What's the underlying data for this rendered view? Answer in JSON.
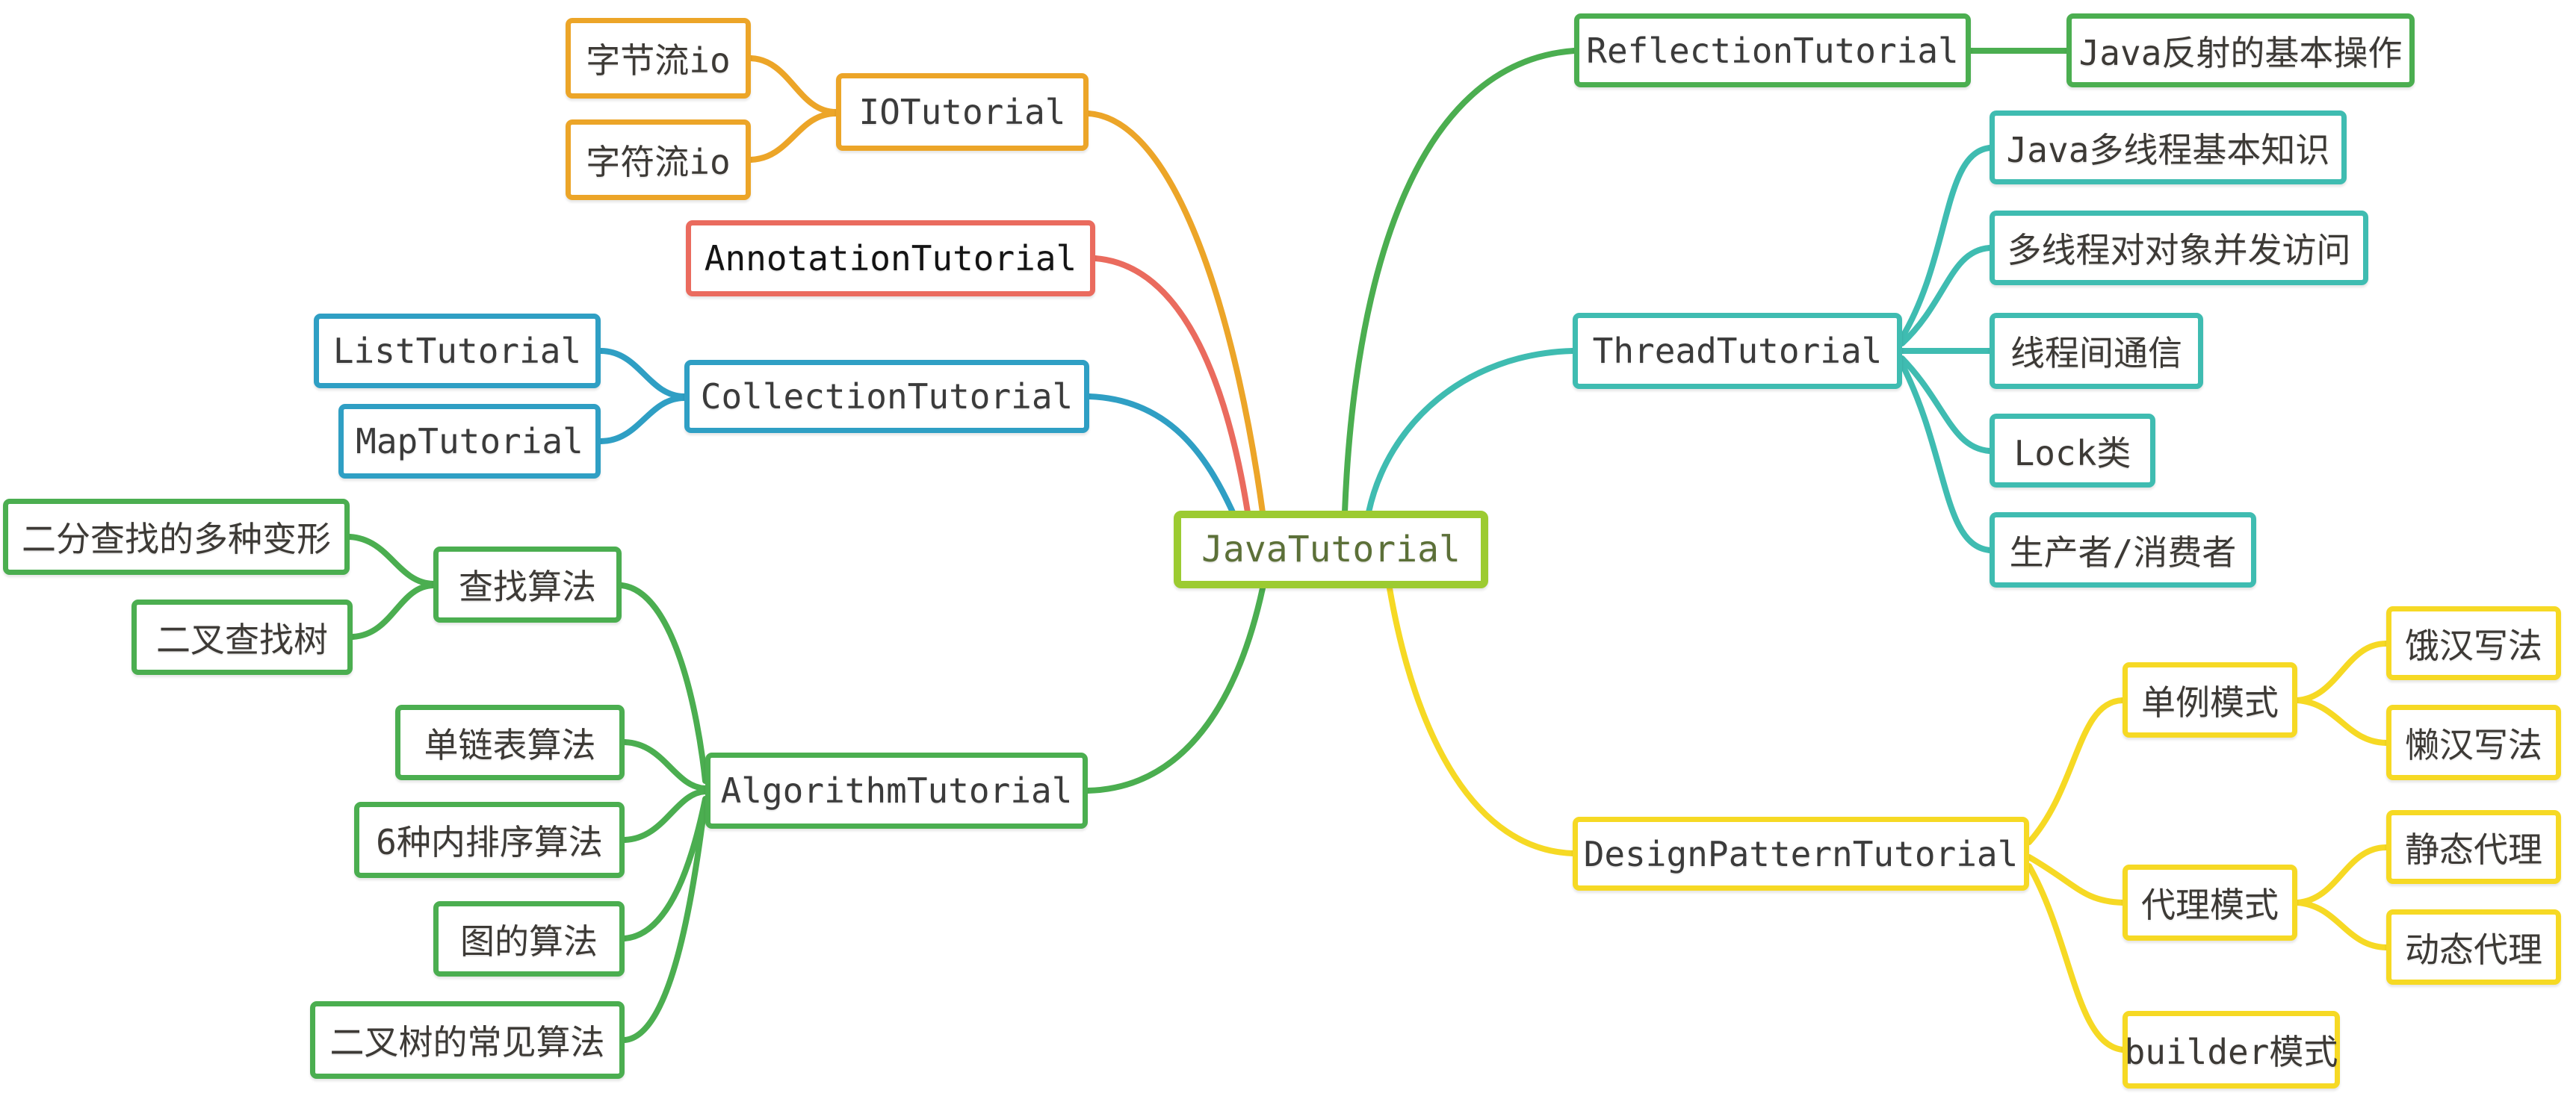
{
  "diagram": {
    "type": "mindmap",
    "root_id": "root",
    "colors": {
      "lime": "#9ccb31",
      "orange": "#eca528",
      "red": "#ea6b5e",
      "blue": "#2f9fc4",
      "green": "#4bae50",
      "teal": "#3fbcb1",
      "yellow": "#f6d924",
      "root_text": "#5c7038",
      "node_text": "#3d3a36"
    }
  },
  "nodes": {
    "root": {
      "label": "JavaTutorial",
      "branch": "lime"
    },
    "io": {
      "label": "IOTutorial",
      "branch": "orange"
    },
    "byte_io": {
      "label": "字节流io",
      "branch": "orange"
    },
    "char_io": {
      "label": "字符流io",
      "branch": "orange"
    },
    "annotation": {
      "label": "AnnotationTutorial",
      "branch": "red"
    },
    "collection": {
      "label": "CollectionTutorial",
      "branch": "blue"
    },
    "list": {
      "label": "ListTutorial",
      "branch": "blue"
    },
    "map": {
      "label": "MapTutorial",
      "branch": "blue"
    },
    "algorithm": {
      "label": "AlgorithmTutorial",
      "branch": "green"
    },
    "search_algo": {
      "label": "查找算法",
      "branch": "green"
    },
    "bin_search_var": {
      "label": "二分查找的多种变形",
      "branch": "green"
    },
    "bin_search_tree": {
      "label": "二叉查找树",
      "branch": "green"
    },
    "linked_list": {
      "label": "单链表算法",
      "branch": "green"
    },
    "sort6": {
      "label": "6种内排序算法",
      "branch": "green"
    },
    "graph_algo": {
      "label": "图的算法",
      "branch": "green"
    },
    "btree_algo": {
      "label": "二叉树的常见算法",
      "branch": "green"
    },
    "reflection": {
      "label": "ReflectionTutorial",
      "branch": "green"
    },
    "reflection_basic": {
      "label": "Java反射的基本操作",
      "branch": "green"
    },
    "thread": {
      "label": "ThreadTutorial",
      "branch": "teal"
    },
    "thread_basic": {
      "label": "Java多线程基本知识",
      "branch": "teal"
    },
    "concurrent_access": {
      "label": "多线程对对象并发访问",
      "branch": "teal"
    },
    "thread_comm": {
      "label": "线程间通信",
      "branch": "teal"
    },
    "lock": {
      "label": "Lock类",
      "branch": "teal"
    },
    "producer_consumer": {
      "label": "生产者/消费者",
      "branch": "teal"
    },
    "design_pattern": {
      "label": "DesignPatternTutorial",
      "branch": "yellow"
    },
    "singleton": {
      "label": "单例模式",
      "branch": "yellow"
    },
    "hungry": {
      "label": "饿汉写法",
      "branch": "yellow"
    },
    "lazy": {
      "label": "懒汉写法",
      "branch": "yellow"
    },
    "proxy": {
      "label": "代理模式",
      "branch": "yellow"
    },
    "static_proxy": {
      "label": "静态代理",
      "branch": "yellow"
    },
    "dynamic_proxy": {
      "label": "动态代理",
      "branch": "yellow"
    },
    "builder": {
      "label": "builder模式",
      "branch": "yellow"
    }
  },
  "edges": [
    [
      "io",
      "byte_io"
    ],
    [
      "io",
      "char_io"
    ],
    [
      "root",
      "io"
    ],
    [
      "root",
      "annotation"
    ],
    [
      "collection",
      "list"
    ],
    [
      "collection",
      "map"
    ],
    [
      "root",
      "collection"
    ],
    [
      "search_algo",
      "bin_search_var"
    ],
    [
      "search_algo",
      "bin_search_tree"
    ],
    [
      "algorithm",
      "search_algo"
    ],
    [
      "algorithm",
      "linked_list"
    ],
    [
      "algorithm",
      "sort6"
    ],
    [
      "algorithm",
      "graph_algo"
    ],
    [
      "algorithm",
      "btree_algo"
    ],
    [
      "root",
      "algorithm"
    ],
    [
      "root",
      "reflection"
    ],
    [
      "reflection",
      "reflection_basic"
    ],
    [
      "root",
      "thread"
    ],
    [
      "thread",
      "thread_basic"
    ],
    [
      "thread",
      "concurrent_access"
    ],
    [
      "thread",
      "thread_comm"
    ],
    [
      "thread",
      "lock"
    ],
    [
      "thread",
      "producer_consumer"
    ],
    [
      "root",
      "design_pattern"
    ],
    [
      "design_pattern",
      "singleton"
    ],
    [
      "singleton",
      "hungry"
    ],
    [
      "singleton",
      "lazy"
    ],
    [
      "design_pattern",
      "proxy"
    ],
    [
      "proxy",
      "static_proxy"
    ],
    [
      "proxy",
      "dynamic_proxy"
    ],
    [
      "design_pattern",
      "builder"
    ]
  ]
}
